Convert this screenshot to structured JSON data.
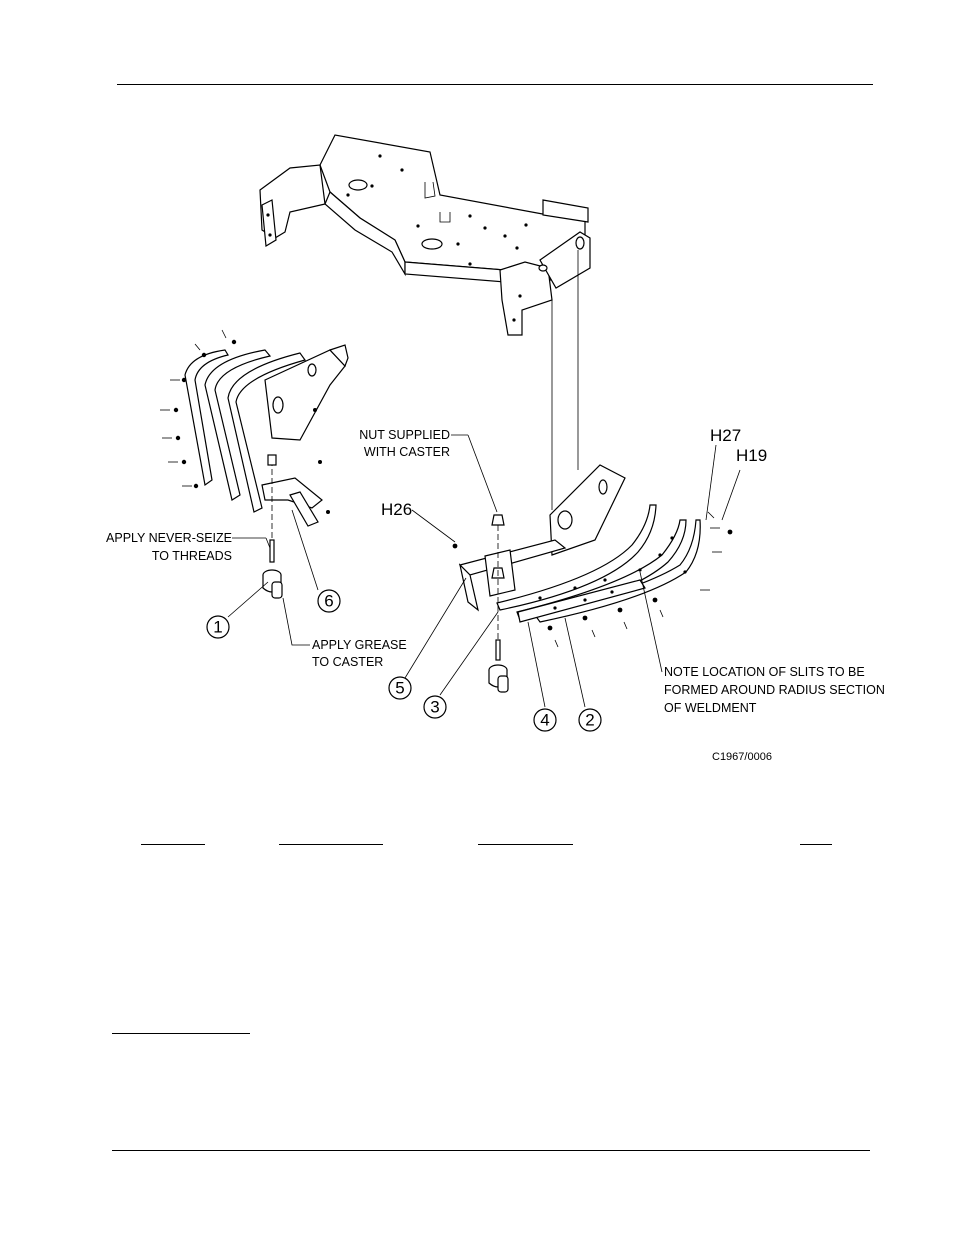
{
  "figure": {
    "callouts": {
      "c1": "1",
      "c2": "2",
      "c3": "3",
      "c4": "4",
      "c5": "5",
      "c6": "6"
    },
    "hardware": {
      "h26": "H26",
      "h27": "H27",
      "h19": "H19"
    },
    "notes": {
      "never_seize": [
        "APPLY NEVER-SEIZE",
        "TO THREADS"
      ],
      "grease": [
        "APPLY GREASE",
        "TO CASTER"
      ],
      "nut": [
        "NUT SUPPLIED",
        "WITH CASTER"
      ],
      "slits": [
        "NOTE LOCATION OF SLITS TO BE",
        "FORMED AROUND RADIUS SECTION",
        "OF WELDMENT"
      ]
    },
    "drawing_code": "C1967/0006"
  }
}
